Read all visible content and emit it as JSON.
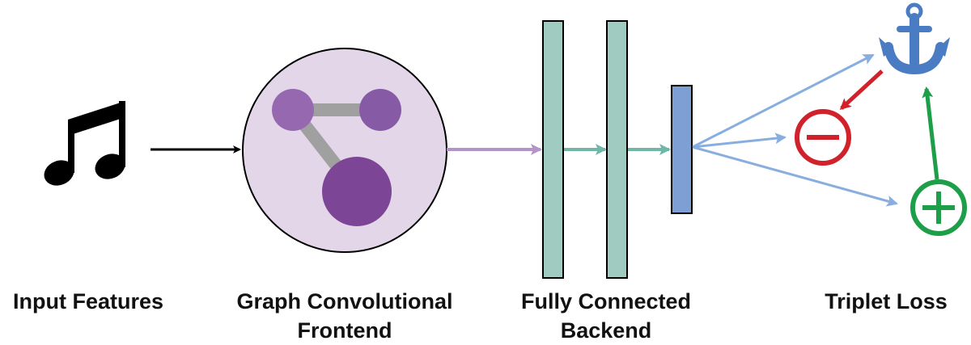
{
  "labels": {
    "input_features": [
      "Input Features"
    ],
    "graph_frontend": [
      "Graph Convolutional",
      "Frontend"
    ],
    "fc_backend": [
      "Fully Connected",
      "Backend"
    ],
    "triplet_loss": [
      "Triplet Loss"
    ]
  },
  "icons": {
    "input": "music-note-icon",
    "anchor": "anchor-icon",
    "negative": "minus-circle-icon",
    "positive": "plus-circle-icon"
  },
  "colors": {
    "graph_circle_fill": "#e2d6e8",
    "graph_node_light": "#9668b0",
    "graph_node_mid": "#875aa5",
    "graph_node_dark": "#7d4596",
    "graph_edge": "#a0a0a0",
    "arrow_input": "#000000",
    "arrow_frontend": "#b494c6",
    "fc_layer": "#9fcbc0",
    "fc_arrow": "#6fb8a8",
    "embedding": "#7e9fd4",
    "output_arrow": "#88aee0",
    "anchor": "#4a7cc4",
    "negative": "#d1212b",
    "positive": "#1d9e49"
  }
}
